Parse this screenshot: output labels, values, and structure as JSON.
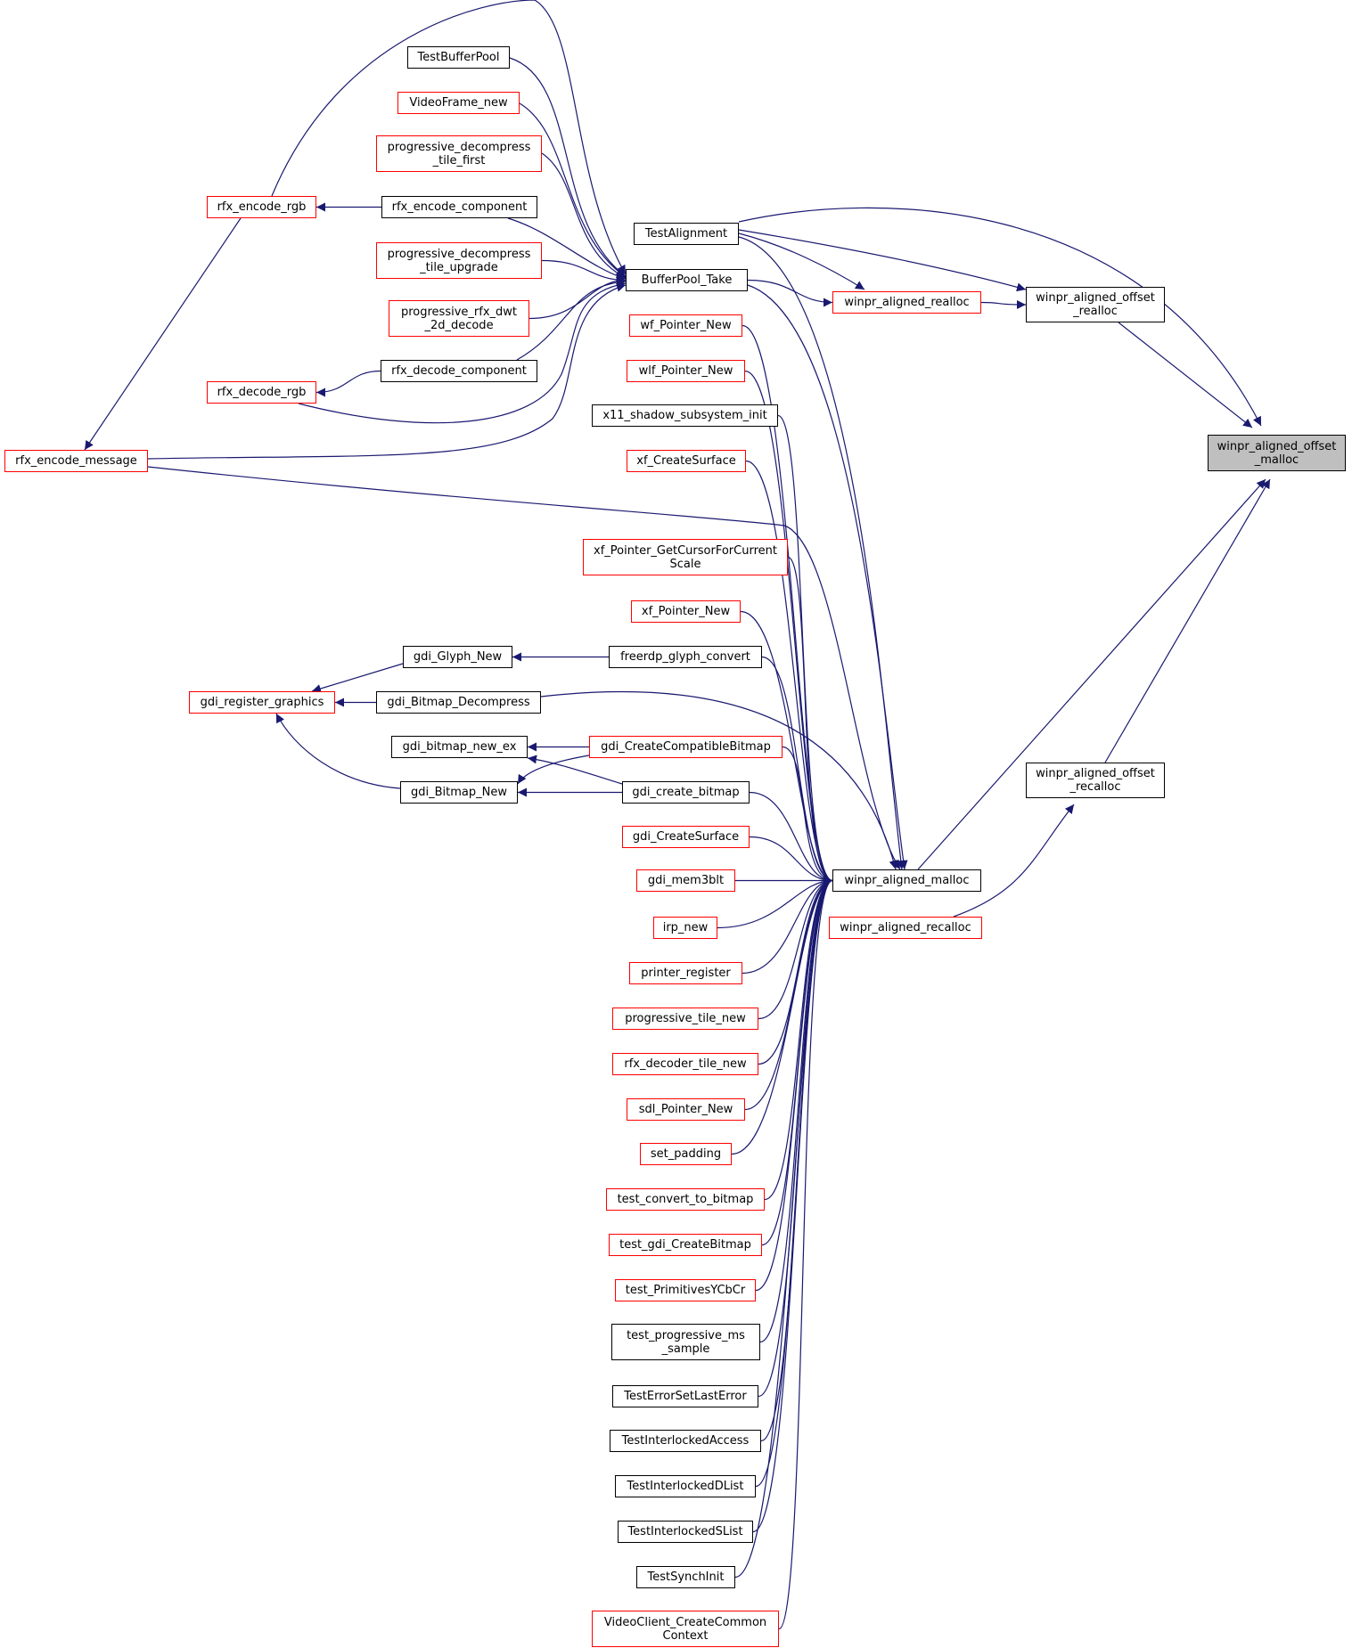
{
  "diagram": {
    "edge_color": "#191970",
    "incomplete_node_border": "#ff0000",
    "complete_node_border": "#000000",
    "focus_fill": "#bfbfbf",
    "nodes": [
      {
        "id": "target",
        "label": "winpr_aligned_offset\n_malloc",
        "style": "focus"
      },
      {
        "id": "off_realloc",
        "label": "winpr_aligned_offset\n_realloc",
        "style": "black"
      },
      {
        "id": "off_recalloc",
        "label": "winpr_aligned_offset\n_recalloc",
        "style": "black"
      },
      {
        "id": "aligned_realloc",
        "label": "winpr_aligned_realloc",
        "style": "red"
      },
      {
        "id": "aligned_malloc",
        "label": "winpr_aligned_malloc",
        "style": "black"
      },
      {
        "id": "aligned_recalloc",
        "label": "winpr_aligned_recalloc",
        "style": "red"
      },
      {
        "id": "test_alignment",
        "label": "TestAlignment",
        "style": "black"
      },
      {
        "id": "bufferpool_take",
        "label": "BufferPool_Take",
        "style": "black"
      },
      {
        "id": "test_bufferpool",
        "label": "TestBufferPool",
        "style": "black"
      },
      {
        "id": "videoframe_new",
        "label": "VideoFrame_new",
        "style": "red"
      },
      {
        "id": "prog_tile_first",
        "label": "progressive_decompress\n_tile_first",
        "style": "red"
      },
      {
        "id": "rfx_enc_comp",
        "label": "rfx_encode_component",
        "style": "black"
      },
      {
        "id": "prog_tile_upgrade",
        "label": "progressive_decompress\n_tile_upgrade",
        "style": "red"
      },
      {
        "id": "prog_rfx_dwt",
        "label": "progressive_rfx_dwt\n_2d_decode",
        "style": "red"
      },
      {
        "id": "rfx_dec_comp",
        "label": "rfx_decode_component",
        "style": "black"
      },
      {
        "id": "rfx_enc_rgb",
        "label": "rfx_encode_rgb",
        "style": "red"
      },
      {
        "id": "rfx_dec_rgb",
        "label": "rfx_decode_rgb",
        "style": "red"
      },
      {
        "id": "rfx_enc_msg",
        "label": "rfx_encode_message",
        "style": "red"
      },
      {
        "id": "wf_pointer",
        "label": "wf_Pointer_New",
        "style": "red"
      },
      {
        "id": "wlf_pointer",
        "label": "wlf_Pointer_New",
        "style": "red"
      },
      {
        "id": "x11_shadow",
        "label": "x11_shadow_subsystem_init",
        "style": "black"
      },
      {
        "id": "xf_surface",
        "label": "xf_CreateSurface",
        "style": "red"
      },
      {
        "id": "xf_cursor",
        "label": "xf_Pointer_GetCursorForCurrent\nScale",
        "style": "red"
      },
      {
        "id": "xf_pointer",
        "label": "xf_Pointer_New",
        "style": "red"
      },
      {
        "id": "glyph_convert",
        "label": "freerdp_glyph_convert",
        "style": "black"
      },
      {
        "id": "gdi_glyph",
        "label": "gdi_Glyph_New",
        "style": "black"
      },
      {
        "id": "gdi_bmp_decomp",
        "label": "gdi_Bitmap_Decompress",
        "style": "black"
      },
      {
        "id": "gdi_reg_gfx",
        "label": "gdi_register_graphics",
        "style": "red"
      },
      {
        "id": "gdi_bmp_new_ex",
        "label": "gdi_bitmap_new_ex",
        "style": "black"
      },
      {
        "id": "gdi_compat_bmp",
        "label": "gdi_CreateCompatibleBitmap",
        "style": "red"
      },
      {
        "id": "gdi_bmp_new",
        "label": "gdi_Bitmap_New",
        "style": "black"
      },
      {
        "id": "gdi_create_bmp",
        "label": "gdi_create_bitmap",
        "style": "black"
      },
      {
        "id": "gdi_surface",
        "label": "gdi_CreateSurface",
        "style": "red"
      },
      {
        "id": "gdi_mem3blt",
        "label": "gdi_mem3blt",
        "style": "red"
      },
      {
        "id": "irp_new",
        "label": "irp_new",
        "style": "red"
      },
      {
        "id": "printer_reg",
        "label": "printer_register",
        "style": "red"
      },
      {
        "id": "prog_tile_new",
        "label": "progressive_tile_new",
        "style": "red"
      },
      {
        "id": "rfx_dec_tile",
        "label": "rfx_decoder_tile_new",
        "style": "red"
      },
      {
        "id": "sdl_pointer",
        "label": "sdl_Pointer_New",
        "style": "red"
      },
      {
        "id": "set_padding",
        "label": "set_padding",
        "style": "red"
      },
      {
        "id": "test_conv_bmp",
        "label": "test_convert_to_bitmap",
        "style": "red"
      },
      {
        "id": "test_gdi_bmp",
        "label": "test_gdi_CreateBitmap",
        "style": "red"
      },
      {
        "id": "test_prim_ycbcr",
        "label": "test_PrimitivesYCbCr",
        "style": "red"
      },
      {
        "id": "test_prog_ms",
        "label": "test_progressive_ms\n_sample",
        "style": "black"
      },
      {
        "id": "test_err",
        "label": "TestErrorSetLastError",
        "style": "black"
      },
      {
        "id": "test_il_access",
        "label": "TestInterlockedAccess",
        "style": "black"
      },
      {
        "id": "test_il_dlist",
        "label": "TestInterlockedDList",
        "style": "black"
      },
      {
        "id": "test_il_slist",
        "label": "TestInterlockedSList",
        "style": "black"
      },
      {
        "id": "test_synch",
        "label": "TestSynchInit",
        "style": "black"
      },
      {
        "id": "videoclient_ctx",
        "label": "VideoClient_CreateCommon\nContext",
        "style": "red"
      }
    ],
    "edges": [
      [
        "off_realloc",
        "target"
      ],
      [
        "test_alignment",
        "target"
      ],
      [
        "aligned_malloc",
        "target"
      ],
      [
        "off_recalloc",
        "target"
      ],
      [
        "aligned_realloc",
        "off_realloc"
      ],
      [
        "test_alignment",
        "off_realloc"
      ],
      [
        "aligned_recalloc",
        "off_recalloc"
      ],
      [
        "bufferpool_take",
        "aligned_realloc"
      ],
      [
        "test_alignment",
        "aligned_realloc"
      ],
      [
        "rfx_enc_msg",
        "bufferpool_take"
      ],
      [
        "rfx_enc_rgb",
        "bufferpool_take"
      ],
      [
        "test_bufferpool",
        "bufferpool_take"
      ],
      [
        "videoframe_new",
        "bufferpool_take"
      ],
      [
        "prog_tile_first",
        "bufferpool_take"
      ],
      [
        "rfx_enc_comp",
        "bufferpool_take"
      ],
      [
        "prog_tile_upgrade",
        "bufferpool_take"
      ],
      [
        "prog_rfx_dwt",
        "bufferpool_take"
      ],
      [
        "rfx_dec_comp",
        "bufferpool_take"
      ],
      [
        "rfx_dec_rgb",
        "bufferpool_take"
      ],
      [
        "rfx_enc_comp",
        "rfx_enc_rgb"
      ],
      [
        "rfx_enc_rgb",
        "rfx_enc_msg"
      ],
      [
        "rfx_dec_comp",
        "rfx_dec_rgb"
      ],
      [
        "gdi_glyph",
        "gdi_reg_gfx"
      ],
      [
        "gdi_bmp_decomp",
        "gdi_reg_gfx"
      ],
      [
        "gdi_bmp_new",
        "gdi_reg_gfx"
      ],
      [
        "glyph_convert",
        "gdi_glyph"
      ],
      [
        "gdi_compat_bmp",
        "gdi_bmp_new_ex"
      ],
      [
        "gdi_compat_bmp",
        "gdi_bmp_new"
      ],
      [
        "gdi_create_bmp",
        "gdi_bmp_new"
      ],
      [
        "gdi_create_bmp",
        "gdi_bmp_new_ex"
      ],
      [
        "test_alignment",
        "aligned_malloc"
      ],
      [
        "bufferpool_take",
        "aligned_malloc"
      ],
      [
        "wf_pointer",
        "aligned_malloc"
      ],
      [
        "wlf_pointer",
        "aligned_malloc"
      ],
      [
        "x11_shadow",
        "aligned_malloc"
      ],
      [
        "xf_surface",
        "aligned_malloc"
      ],
      [
        "rfx_enc_msg",
        "aligned_malloc"
      ],
      [
        "xf_cursor",
        "aligned_malloc"
      ],
      [
        "xf_pointer",
        "aligned_malloc"
      ],
      [
        "glyph_convert",
        "aligned_malloc"
      ],
      [
        "gdi_bmp_decomp",
        "aligned_malloc"
      ],
      [
        "gdi_compat_bmp",
        "aligned_malloc"
      ],
      [
        "gdi_create_bmp",
        "aligned_malloc"
      ],
      [
        "gdi_surface",
        "aligned_malloc"
      ],
      [
        "gdi_mem3blt",
        "aligned_malloc"
      ],
      [
        "irp_new",
        "aligned_malloc"
      ],
      [
        "printer_reg",
        "aligned_malloc"
      ],
      [
        "prog_tile_new",
        "aligned_malloc"
      ],
      [
        "rfx_dec_tile",
        "aligned_malloc"
      ],
      [
        "sdl_pointer",
        "aligned_malloc"
      ],
      [
        "set_padding",
        "aligned_malloc"
      ],
      [
        "test_conv_bmp",
        "aligned_malloc"
      ],
      [
        "test_gdi_bmp",
        "aligned_malloc"
      ],
      [
        "test_prim_ycbcr",
        "aligned_malloc"
      ],
      [
        "test_prog_ms",
        "aligned_malloc"
      ],
      [
        "test_err",
        "aligned_malloc"
      ],
      [
        "test_il_access",
        "aligned_malloc"
      ],
      [
        "test_il_dlist",
        "aligned_malloc"
      ],
      [
        "test_il_slist",
        "aligned_malloc"
      ],
      [
        "test_synch",
        "aligned_malloc"
      ],
      [
        "videoclient_ctx",
        "aligned_malloc"
      ]
    ]
  }
}
